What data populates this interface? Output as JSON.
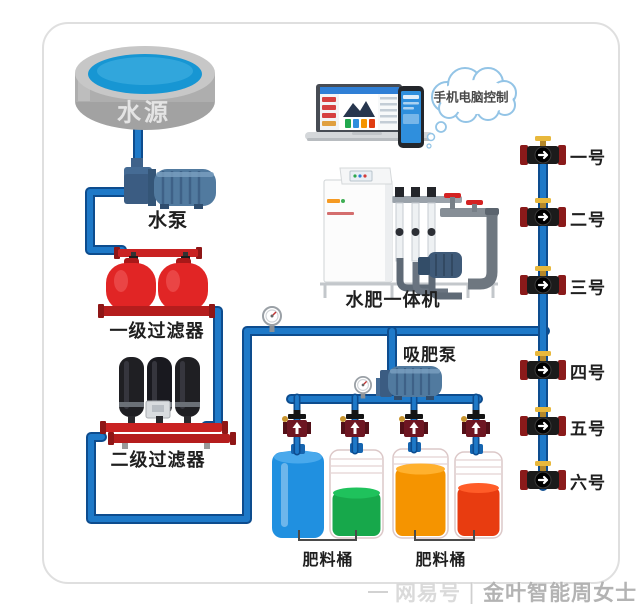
{
  "diagram": {
    "labels": {
      "water_source": "水源",
      "water_pump": "水泵",
      "primary_filter": "一级过滤器",
      "secondary_filter": "二级过滤器",
      "machine": "水肥一体机",
      "suction_pump": "吸肥泵",
      "barrel_group_left": "肥料桶",
      "barrel_group_right": "肥料桶",
      "cloud_control": "手机电脑控制"
    },
    "valves": [
      {
        "label": "一号"
      },
      {
        "label": "二号"
      },
      {
        "label": "三号"
      },
      {
        "label": "四号"
      },
      {
        "label": "五号"
      },
      {
        "label": "六号"
      }
    ],
    "barrels": [
      {
        "name": "blue-barrel",
        "liquid_color": "#2090e0",
        "fill_level": "full"
      },
      {
        "name": "green-barrel",
        "liquid_color": "#17a84b",
        "fill_level": "half"
      },
      {
        "name": "orange-barrel",
        "liquid_color": "#f59400",
        "fill_level": "high"
      },
      {
        "name": "red-barrel",
        "liquid_color": "#e83c10",
        "fill_level": "half"
      }
    ],
    "colors": {
      "pipe_blue": "#1e79c8",
      "pipe_edge": "#0d4c8e",
      "filter_red": "#d42222",
      "pump_steel_blue": "#517a9f",
      "valve_body_black": "#1b1b1b",
      "valve_flange_red": "#8a1a1a",
      "valve_handle_yellow": "#e8b83c",
      "tank_water_blue": "#1796d3",
      "cloud_border_blue": "#93c4e6"
    }
  },
  "watermark": {
    "source": "网易号",
    "separator": "|",
    "author": "金叶智能周女士"
  }
}
